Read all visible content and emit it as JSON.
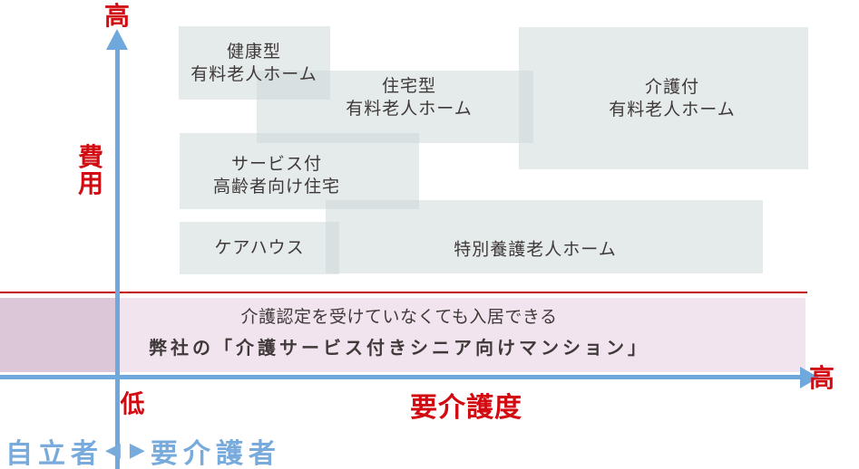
{
  "diagram_title": "senior-housing cost vs care-level positioning map",
  "colors": {
    "axis_blue": "#6fa8dc",
    "blue_text": "#78abdc",
    "red_text": "#d10b11",
    "red_divider": "#c00000",
    "facility_box_fill": "rgba(204,213,216,0.5)",
    "facility_text": "#3f3a39",
    "band_light_pink": "#f2e4ee",
    "band_dark_pink": "#dbc7d7"
  },
  "y_axis": {
    "high_label": "高",
    "title": "費用",
    "low_label": "低"
  },
  "x_axis": {
    "title": "要介護度",
    "high_label": "高",
    "independent_label": "自立者",
    "care_needed_label": "要介護者",
    "left_arrow": "◀",
    "right_arrow": "▶"
  },
  "facilities": [
    {
      "id": "kenko",
      "label": "健康型\n有料老人ホーム"
    },
    {
      "id": "jutaku",
      "label": "住宅型\n有料老人ホーム"
    },
    {
      "id": "kaigotsuki",
      "label": "介護付\n有料老人ホーム"
    },
    {
      "id": "service",
      "label": "サービス付\n高齢者向け住宅"
    },
    {
      "id": "carehouse",
      "label": "ケアハウス"
    },
    {
      "id": "tokuyo",
      "label": "特別養護老人ホーム"
    }
  ],
  "highlight_band": {
    "line1": "介護認定を受けていなくても入居できる",
    "line2": "弊社の「介護サービス付きシニア向けマンション」"
  }
}
